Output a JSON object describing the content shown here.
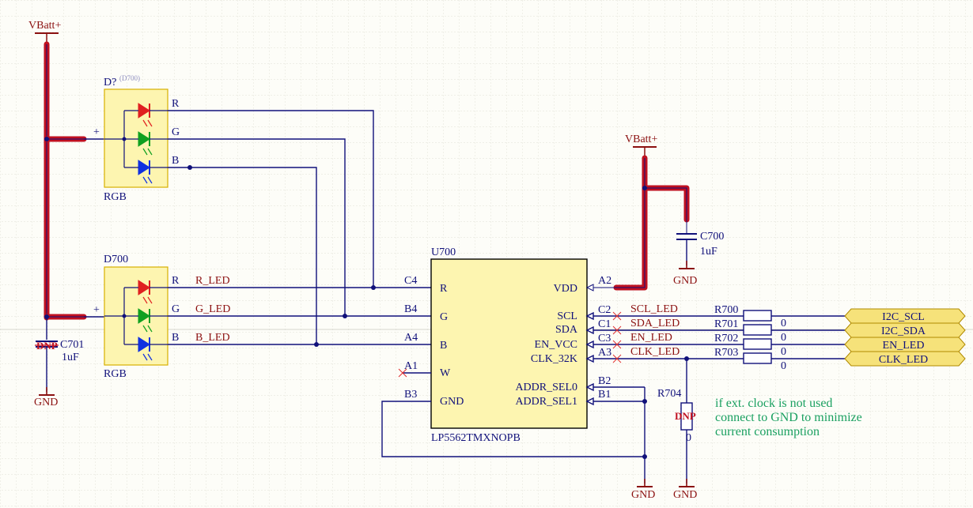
{
  "power": {
    "vbatt_left": "VBatt+",
    "vbatt_right": "VBatt+",
    "gnd_c701": "GND",
    "gnd_c700": "GND",
    "gnd_u700": "GND",
    "gnd_r704": "GND"
  },
  "led_d_top": {
    "ref": "D?",
    "ref_alt": "(D700)",
    "value": "RGB",
    "plus": "+",
    "pin_r": "R",
    "pin_g": "G",
    "pin_b": "B"
  },
  "led_d700": {
    "ref": "D700",
    "value": "RGB",
    "plus": "+",
    "pin_r": "R",
    "pin_g": "G",
    "pin_b": "B",
    "net_r": "R_LED",
    "net_g": "G_LED",
    "net_b": "B_LED"
  },
  "c701": {
    "ref": "C701",
    "value": "1uF",
    "dnp": "DNP"
  },
  "c700": {
    "ref": "C700",
    "value": "1uF"
  },
  "u700": {
    "ref": "U700",
    "part": "LP5562TMXNOPB",
    "left_pins": [
      {
        "num": "C4",
        "name": "R"
      },
      {
        "num": "B4",
        "name": "G"
      },
      {
        "num": "A4",
        "name": "B"
      },
      {
        "num": "A1",
        "name": "W"
      },
      {
        "num": "B3",
        "name": "GND"
      }
    ],
    "right_pins": [
      {
        "num": "A2",
        "name": "VDD"
      },
      {
        "num": "C2",
        "name": "SCL"
      },
      {
        "num": "C1",
        "name": "SDA"
      },
      {
        "num": "C3",
        "name": "EN_VCC"
      },
      {
        "num": "A3",
        "name": "CLK_32K"
      },
      {
        "num": "B2",
        "name": "ADDR_SEL0"
      },
      {
        "num": "B1",
        "name": "ADDR_SEL1"
      }
    ]
  },
  "nets_right": {
    "scl": "SCL_LED",
    "sda": "SDA_LED",
    "en": "EN_LED",
    "clk": "CLK_LED"
  },
  "resistors": [
    {
      "ref": "R700",
      "value": "0"
    },
    {
      "ref": "R701",
      "value": "0"
    },
    {
      "ref": "R702",
      "value": "0"
    },
    {
      "ref": "R703",
      "value": "0"
    }
  ],
  "r704": {
    "ref": "R704",
    "value": "0",
    "dnp": "DNP"
  },
  "ports": [
    "I2C_SCL",
    "I2C_SDA",
    "EN_LED",
    "CLK_LED"
  ],
  "note": {
    "line1": "if ext. clock is not used",
    "line2": "connect to GND to minimize",
    "line3": "current consumption"
  },
  "colors": {
    "wire": "#10107a",
    "power_wire": "#c01020",
    "component_fill": "#fdf5b0",
    "component_stroke": "#c8a000",
    "led_red": "#e02020",
    "led_green": "#10a020",
    "led_blue": "#1030e0",
    "port_fill": "#f6e27a",
    "note": "#1aa060"
  }
}
